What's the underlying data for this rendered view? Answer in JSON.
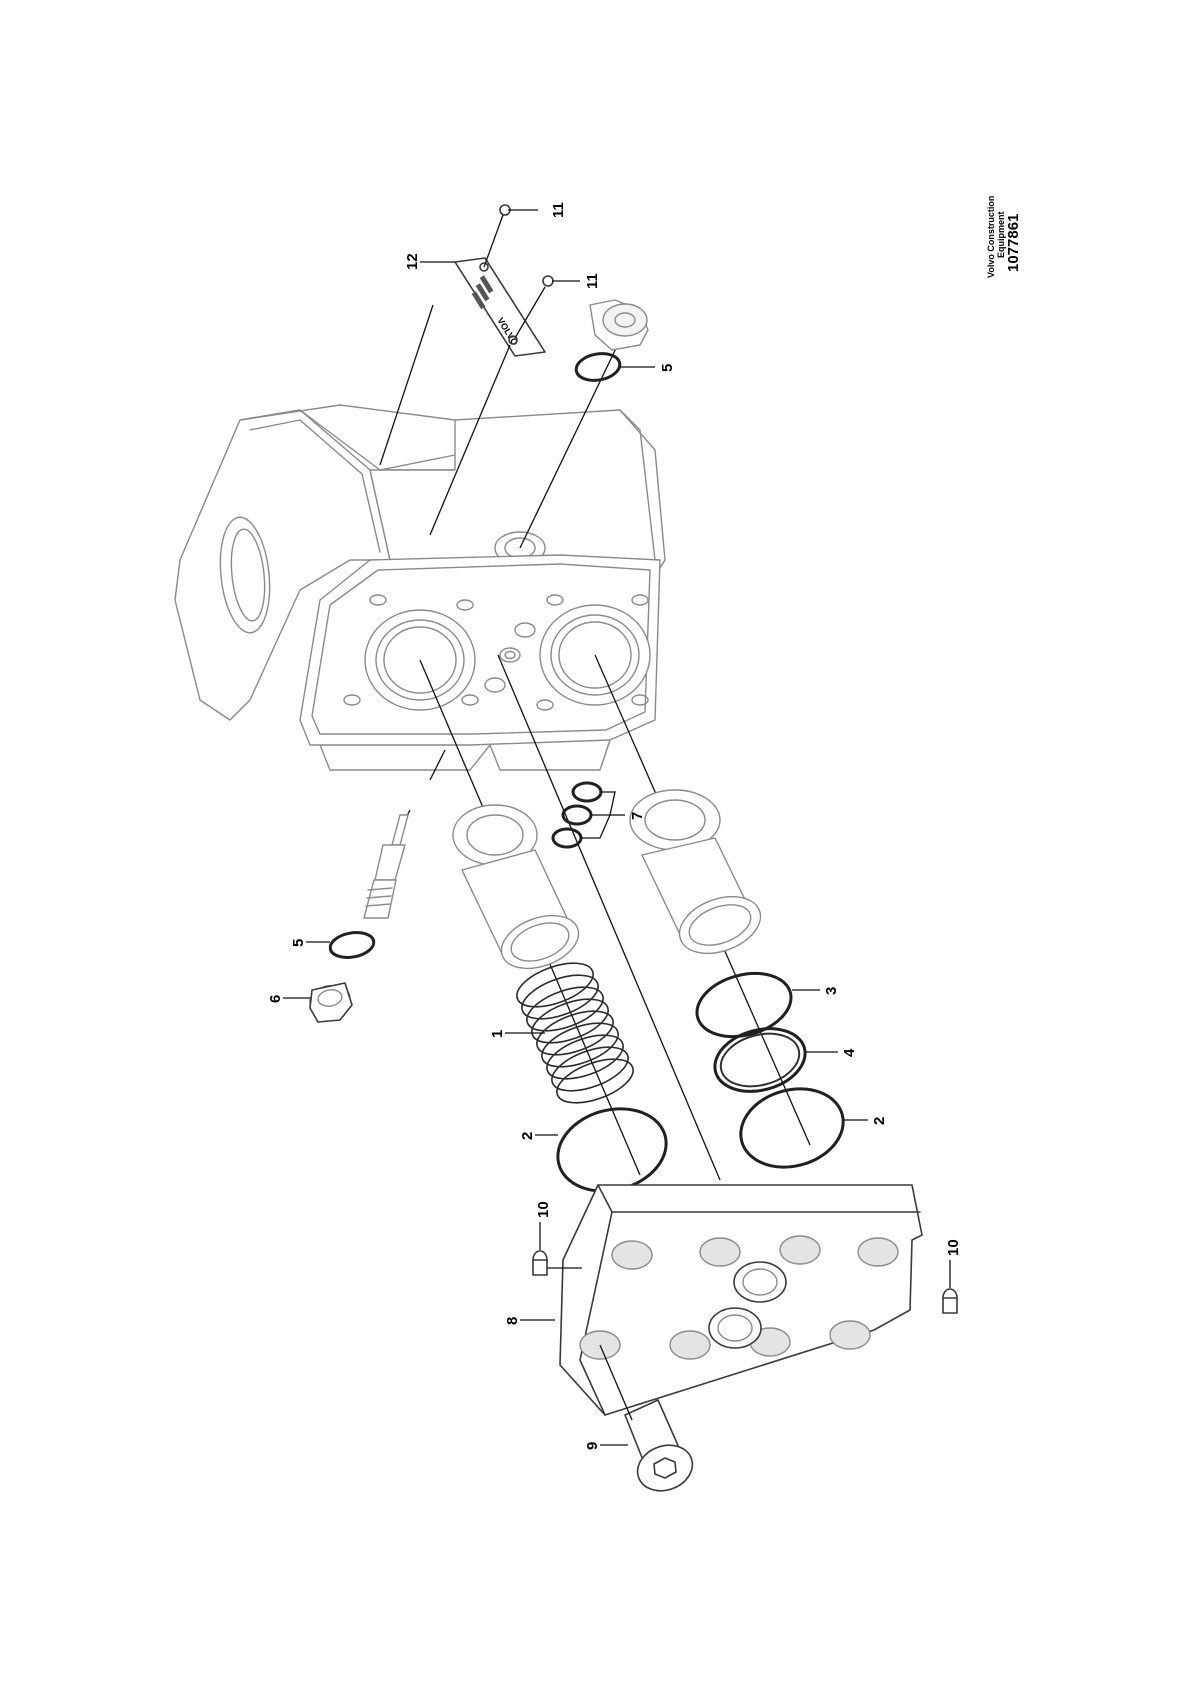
{
  "branding": {
    "company_line1": "Volvo Construction",
    "company_line2": "Equipment",
    "document_number": "1077861"
  },
  "parts": [
    {
      "id": "p1",
      "label": "1",
      "icon": "spring-icon"
    },
    {
      "id": "p2a",
      "label": "2",
      "icon": "o-ring-icon"
    },
    {
      "id": "p2b",
      "label": "2",
      "icon": "o-ring-icon"
    },
    {
      "id": "p3",
      "label": "3",
      "icon": "o-ring-icon"
    },
    {
      "id": "p4",
      "label": "4",
      "icon": "backup-ring-icon"
    },
    {
      "id": "p5a",
      "label": "5",
      "icon": "o-ring-icon"
    },
    {
      "id": "p5b",
      "label": "5",
      "icon": "o-ring-icon"
    },
    {
      "id": "p6",
      "label": "6",
      "icon": "plug-icon"
    },
    {
      "id": "p7",
      "label": "7",
      "icon": "o-ring-icon"
    },
    {
      "id": "p8",
      "label": "8",
      "icon": "cover-plate-icon"
    },
    {
      "id": "p9",
      "label": "9",
      "icon": "socket-screw-icon"
    },
    {
      "id": "p10a",
      "label": "10",
      "icon": "pin-icon"
    },
    {
      "id": "p10b",
      "label": "10",
      "icon": "pin-icon"
    },
    {
      "id": "p11a",
      "label": "11",
      "icon": "rivet-icon"
    },
    {
      "id": "p11b",
      "label": "11",
      "icon": "rivet-icon"
    },
    {
      "id": "p12",
      "label": "12",
      "icon": "name-plate-icon"
    }
  ]
}
